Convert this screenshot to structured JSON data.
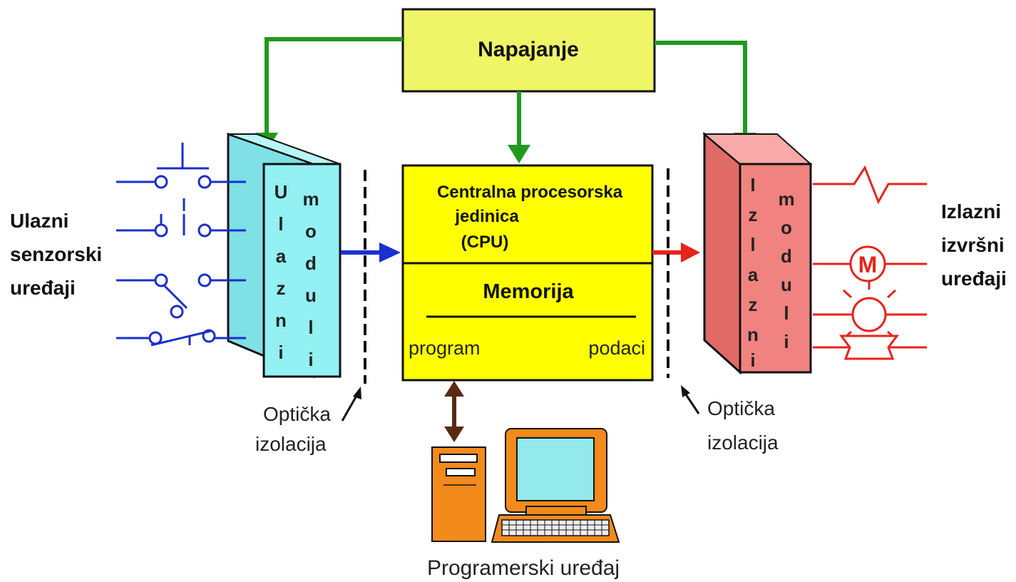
{
  "power_supply": {
    "label": "Napajanje"
  },
  "cpu": {
    "line1": "Centralna procesorska",
    "line2": "jedinica",
    "line3": "(CPU)"
  },
  "memory": {
    "title": "Memorija",
    "left": "program",
    "right": "podaci"
  },
  "input_module": {
    "letters_left": [
      "U",
      "l",
      "a",
      "z",
      "n",
      "i"
    ],
    "letters_right": [
      "m",
      "o",
      "d",
      "u",
      "l",
      "i"
    ]
  },
  "output_module": {
    "letters_left": [
      "I",
      "z",
      "l",
      "a",
      "z",
      "n",
      "i"
    ],
    "letters_right": [
      "m",
      "o",
      "d",
      "u",
      "l",
      "i"
    ]
  },
  "input_devices": {
    "line1": "Ulazni",
    "line2": "senzorski",
    "line3": "uređaji"
  },
  "output_devices": {
    "line1": "Izlazni",
    "line2": "izvršni",
    "line3": "uređaji"
  },
  "optical_isolation_left": {
    "line1": "Optička",
    "line2": "izolacija"
  },
  "optical_isolation_right": {
    "line1": "Optička",
    "line2": "izolacija"
  },
  "programmer": {
    "label": "Programerski uređaj"
  },
  "motor_symbol": {
    "label": "M"
  },
  "colors": {
    "power": "#eef566",
    "cpu": "#ffff00",
    "input_module": "#93f0f3",
    "output_module": "#f0837f",
    "green_arrow": "#1f9a1f",
    "blue": "#1a2fcf",
    "red": "#e8231a",
    "computer": "#f28a1c",
    "brown_arrow": "#5a2a10"
  }
}
